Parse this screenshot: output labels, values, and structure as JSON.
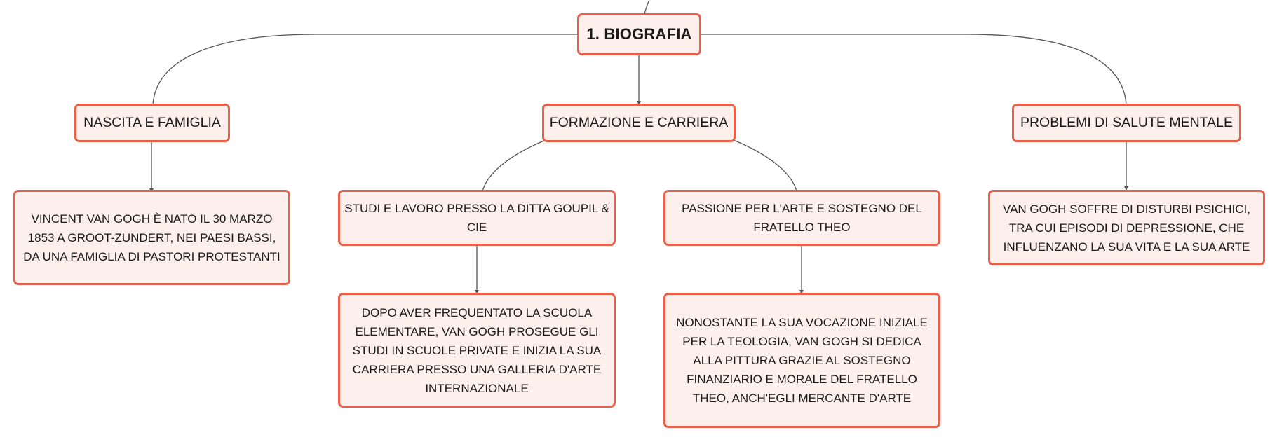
{
  "colors": {
    "node_border": "#e8604c",
    "node_fill": "#fdf0ec",
    "connector": "#555555",
    "text": "#1a1a1a"
  },
  "root": {
    "label": "1. BIOGRAFIA"
  },
  "branches": [
    {
      "label": "NASCITA E FAMIGLIA",
      "detail": "VINCENT VAN GOGH È NATO IL 30 MARZO 1853 A GROOT-ZUNDERT, NEI PAESI BASSI, DA UNA FAMIGLIA DI PASTORI PROTESTANTI"
    },
    {
      "label": "FORMAZIONE E CARRIERA",
      "children": [
        {
          "label": "STUDI E LAVORO PRESSO LA DITTA GOUPIL & CIE",
          "detail": "DOPO AVER FREQUENTATO LA SCUOLA ELEMENTARE, VAN GOGH PROSEGUE GLI STUDI IN SCUOLE PRIVATE E INIZIA LA SUA CARRIERA PRESSO UNA GALLERIA D'ARTE INTERNAZIONALE"
        },
        {
          "label": "PASSIONE PER L'ARTE E SOSTEGNO DEL FRATELLO THEO",
          "detail": "NONOSTANTE LA SUA VOCAZIONE INIZIALE PER LA TEOLOGIA, VAN GOGH SI DEDICA ALLA PITTURA GRAZIE AL SOSTEGNO FINANZIARIO E MORALE DEL FRATELLO THEO, ANCH'EGLI MERCANTE D'ARTE"
        }
      ]
    },
    {
      "label": "PROBLEMI DI SALUTE MENTALE",
      "detail": "VAN GOGH SOFFRE DI DISTURBI PSICHICI, TRA CUI EPISODI DI DEPRESSIONE, CHE INFLUENZANO LA SUA VITA E LA SUA ARTE"
    }
  ]
}
